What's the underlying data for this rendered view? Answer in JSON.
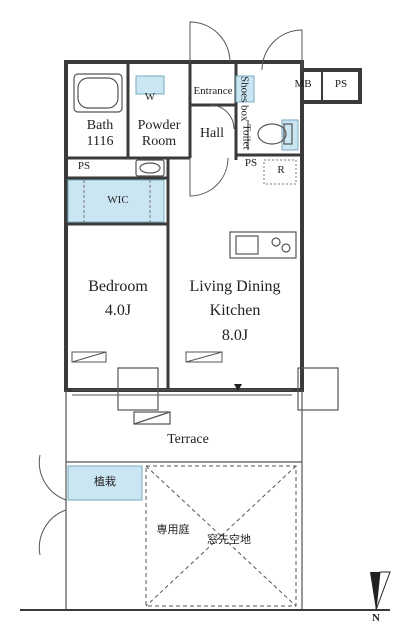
{
  "rooms": {
    "bath": {
      "name": "Bath",
      "size": "1116"
    },
    "powder": {
      "line1": "Powder",
      "line2": "Room"
    },
    "washer": "W",
    "entrance": "Entrance",
    "shoes_box": "Shoes box",
    "mb": "MB",
    "ps_top": "PS",
    "hall": "Hall",
    "toilet": "Toilet",
    "ps_left": "PS",
    "ps_right": "PS",
    "refrigerator": "R",
    "wic": "WIC",
    "bedroom": {
      "name": "Bedroom",
      "size": "4.0J"
    },
    "ldk": {
      "line1": "Living Dining",
      "line2": "Kitchen",
      "size": "8.0J"
    },
    "terrace": "Terrace",
    "planting": "植栽",
    "private_garden": "専用庭",
    "window_space": "窓先空地"
  },
  "compass": {
    "label": "N"
  },
  "colors": {
    "wall": "#3a3a3a",
    "accent": "#cbe6f3",
    "line": "#555555"
  }
}
